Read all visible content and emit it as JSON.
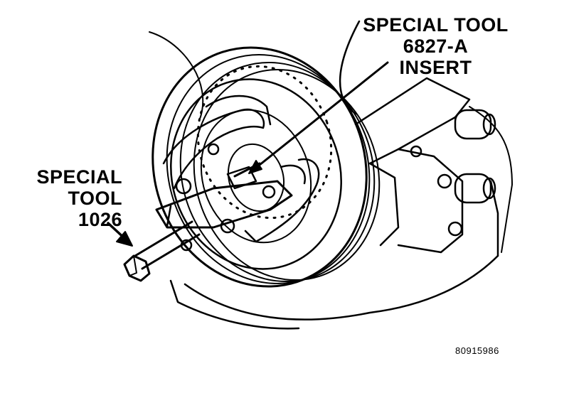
{
  "callouts": {
    "tool_6827": {
      "line1": "SPECIAL TOOL",
      "line2": "6827-A",
      "line3": "INSERT"
    },
    "tool_1026": {
      "line1": "SPECIAL",
      "line2": "TOOL",
      "line3": "1026"
    }
  },
  "figure_id": "80915986",
  "colors": {
    "ink": "#000000",
    "paper": "#ffffff"
  }
}
